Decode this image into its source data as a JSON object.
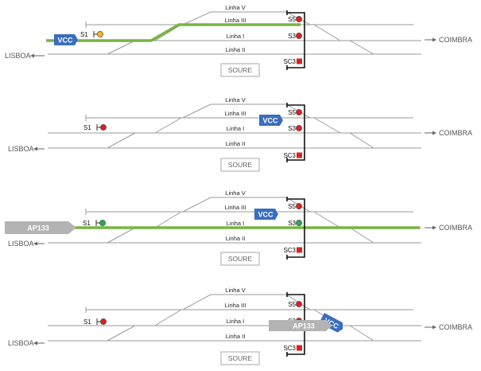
{
  "labels": {
    "linha_v": "Linha V",
    "linha_iii": "Linha III",
    "linha_i": "Linha I",
    "linha_ii": "Linha II",
    "s1": "S1",
    "s3": "S3",
    "s5": "S5",
    "sc3": "SC3",
    "lisboa": "LISBOA",
    "coimbra": "COIMBRA",
    "station": "SOURE",
    "vcc": "VCC",
    "ap133": "AP133"
  },
  "colors": {
    "signal_red": "#e02020",
    "signal_yellow": "#f2b81c",
    "signal_green": "#2fa84a",
    "route_green": "#78b443",
    "vcc_blue": "#3a6ebf",
    "ap_grey": "#b3b3b3"
  },
  "panels": [
    {
      "id": "panel-1",
      "s1": "yellow",
      "s3": "red",
      "s5": "red",
      "sc3": "red",
      "vcc": "left-on-route",
      "ap133": "none",
      "route": "lisboa-to-linha-iii"
    },
    {
      "id": "panel-2",
      "s1": "red",
      "s3": "red",
      "s5": "red",
      "sc3": "red",
      "vcc": "linha-iii-at-s5",
      "ap133": "none",
      "route": "none"
    },
    {
      "id": "panel-3",
      "s1": "green",
      "s3": "green",
      "s5": "red",
      "sc3": "red",
      "vcc": "linha-iii-at-s5",
      "ap133": "approaching-s1",
      "route": "linha-i-through"
    },
    {
      "id": "panel-4",
      "s1": "red",
      "s3": "red",
      "s5": "red",
      "sc3": "red",
      "vcc": "derailed-at-s3",
      "ap133": "collision-at-s3",
      "route": "none"
    }
  ]
}
